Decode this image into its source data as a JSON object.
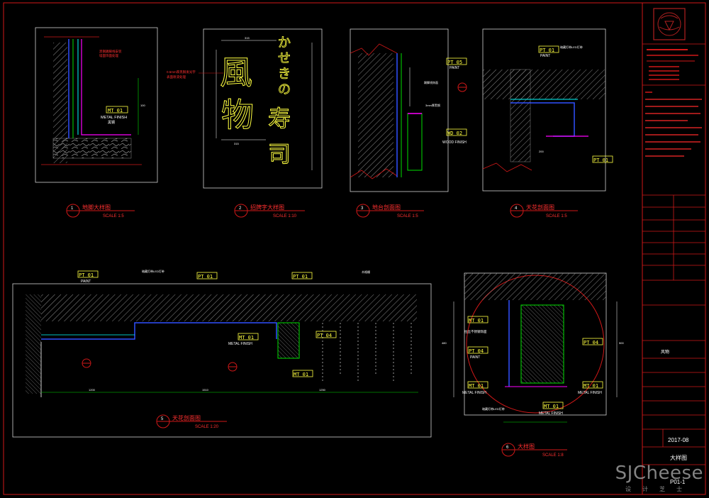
{
  "colors": {
    "background": "#000000",
    "frame": "#d01818",
    "yellow": "#ffff40",
    "white": "#ffffff",
    "cyan": "#00ffff",
    "blue": "#3050ff",
    "green": "#00e000",
    "magenta": "#ff00ff",
    "hatch": "#8a8a8a"
  },
  "details": {
    "d1": {
      "title": "地脚大样图",
      "scale": "SCALE 1:5",
      "num": "1",
      "tag": "MT 01",
      "note": "METAL FINISH",
      "note_cn": "黑钢"
    },
    "d2": {
      "title": "招牌字大样图",
      "scale": "SCALE 1:10",
      "num": "2",
      "sign_left": [
        "風",
        "物"
      ],
      "sign_right_top": [
        "か",
        "せ",
        "き",
        "の"
      ],
      "sign_right_bottom": [
        "寿",
        "司"
      ]
    },
    "d3": {
      "title": "地台剖面图",
      "scale": "SCALE 1:5",
      "num": "3",
      "tag1": "PT 05",
      "tag1_note": "PAINT",
      "tag2": "WD 02",
      "tag2_note": "WOOD FINISH"
    },
    "d4": {
      "title": "天花剖面图",
      "scale": "SCALE 1:5",
      "num": "4",
      "tag1": "PT 01",
      "tag1_note": "PAINT",
      "tag2": "PT 01"
    },
    "d5": {
      "title": "天花剖面图",
      "scale": "SCALE 1:20",
      "num": "5",
      "tags": [
        "PT 01",
        "PT 01",
        "PT 01"
      ],
      "tag_note": "PAINT",
      "mt_tag": "MT 01",
      "mt_note": "METAL FINISH",
      "mt_tag2": "MT 01",
      "pt4": "PT 04"
    },
    "d6": {
      "title": "大样图",
      "scale": "SCALE 1:8",
      "num": "6",
      "tags": [
        "MT 01",
        "PT 04",
        "PT 04",
        "MT 01",
        "MT 01",
        "MT 01"
      ],
      "metal": "METAL FINISH",
      "paint": "PAINT"
    }
  },
  "title_block": {
    "date": "2017-08",
    "sheet_name": "大样图",
    "sheet_no": "P01-1"
  },
  "watermark": {
    "brand": "SJCheese",
    "sub": "设计芝士"
  }
}
